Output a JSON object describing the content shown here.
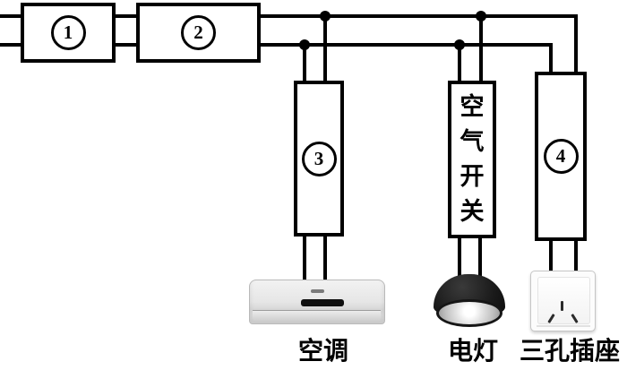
{
  "circuit": {
    "component_1": {
      "number": "1"
    },
    "component_2": {
      "number": "2"
    },
    "component_3": {
      "number": "3"
    },
    "component_4": {
      "number": "4"
    },
    "air_switch": {
      "label": "空气开关",
      "chars": [
        "空",
        "气",
        "开",
        "关"
      ]
    }
  },
  "labels": {
    "air_conditioner": "空调",
    "lamp": "电灯",
    "three_hole_socket": "三孔插座"
  },
  "colors": {
    "background": "#ffffff",
    "line": "#000000",
    "lamp_shade": "#1a1a1a",
    "socket_body": "#fcfcfc",
    "ac_body": "#e6e6e6"
  }
}
